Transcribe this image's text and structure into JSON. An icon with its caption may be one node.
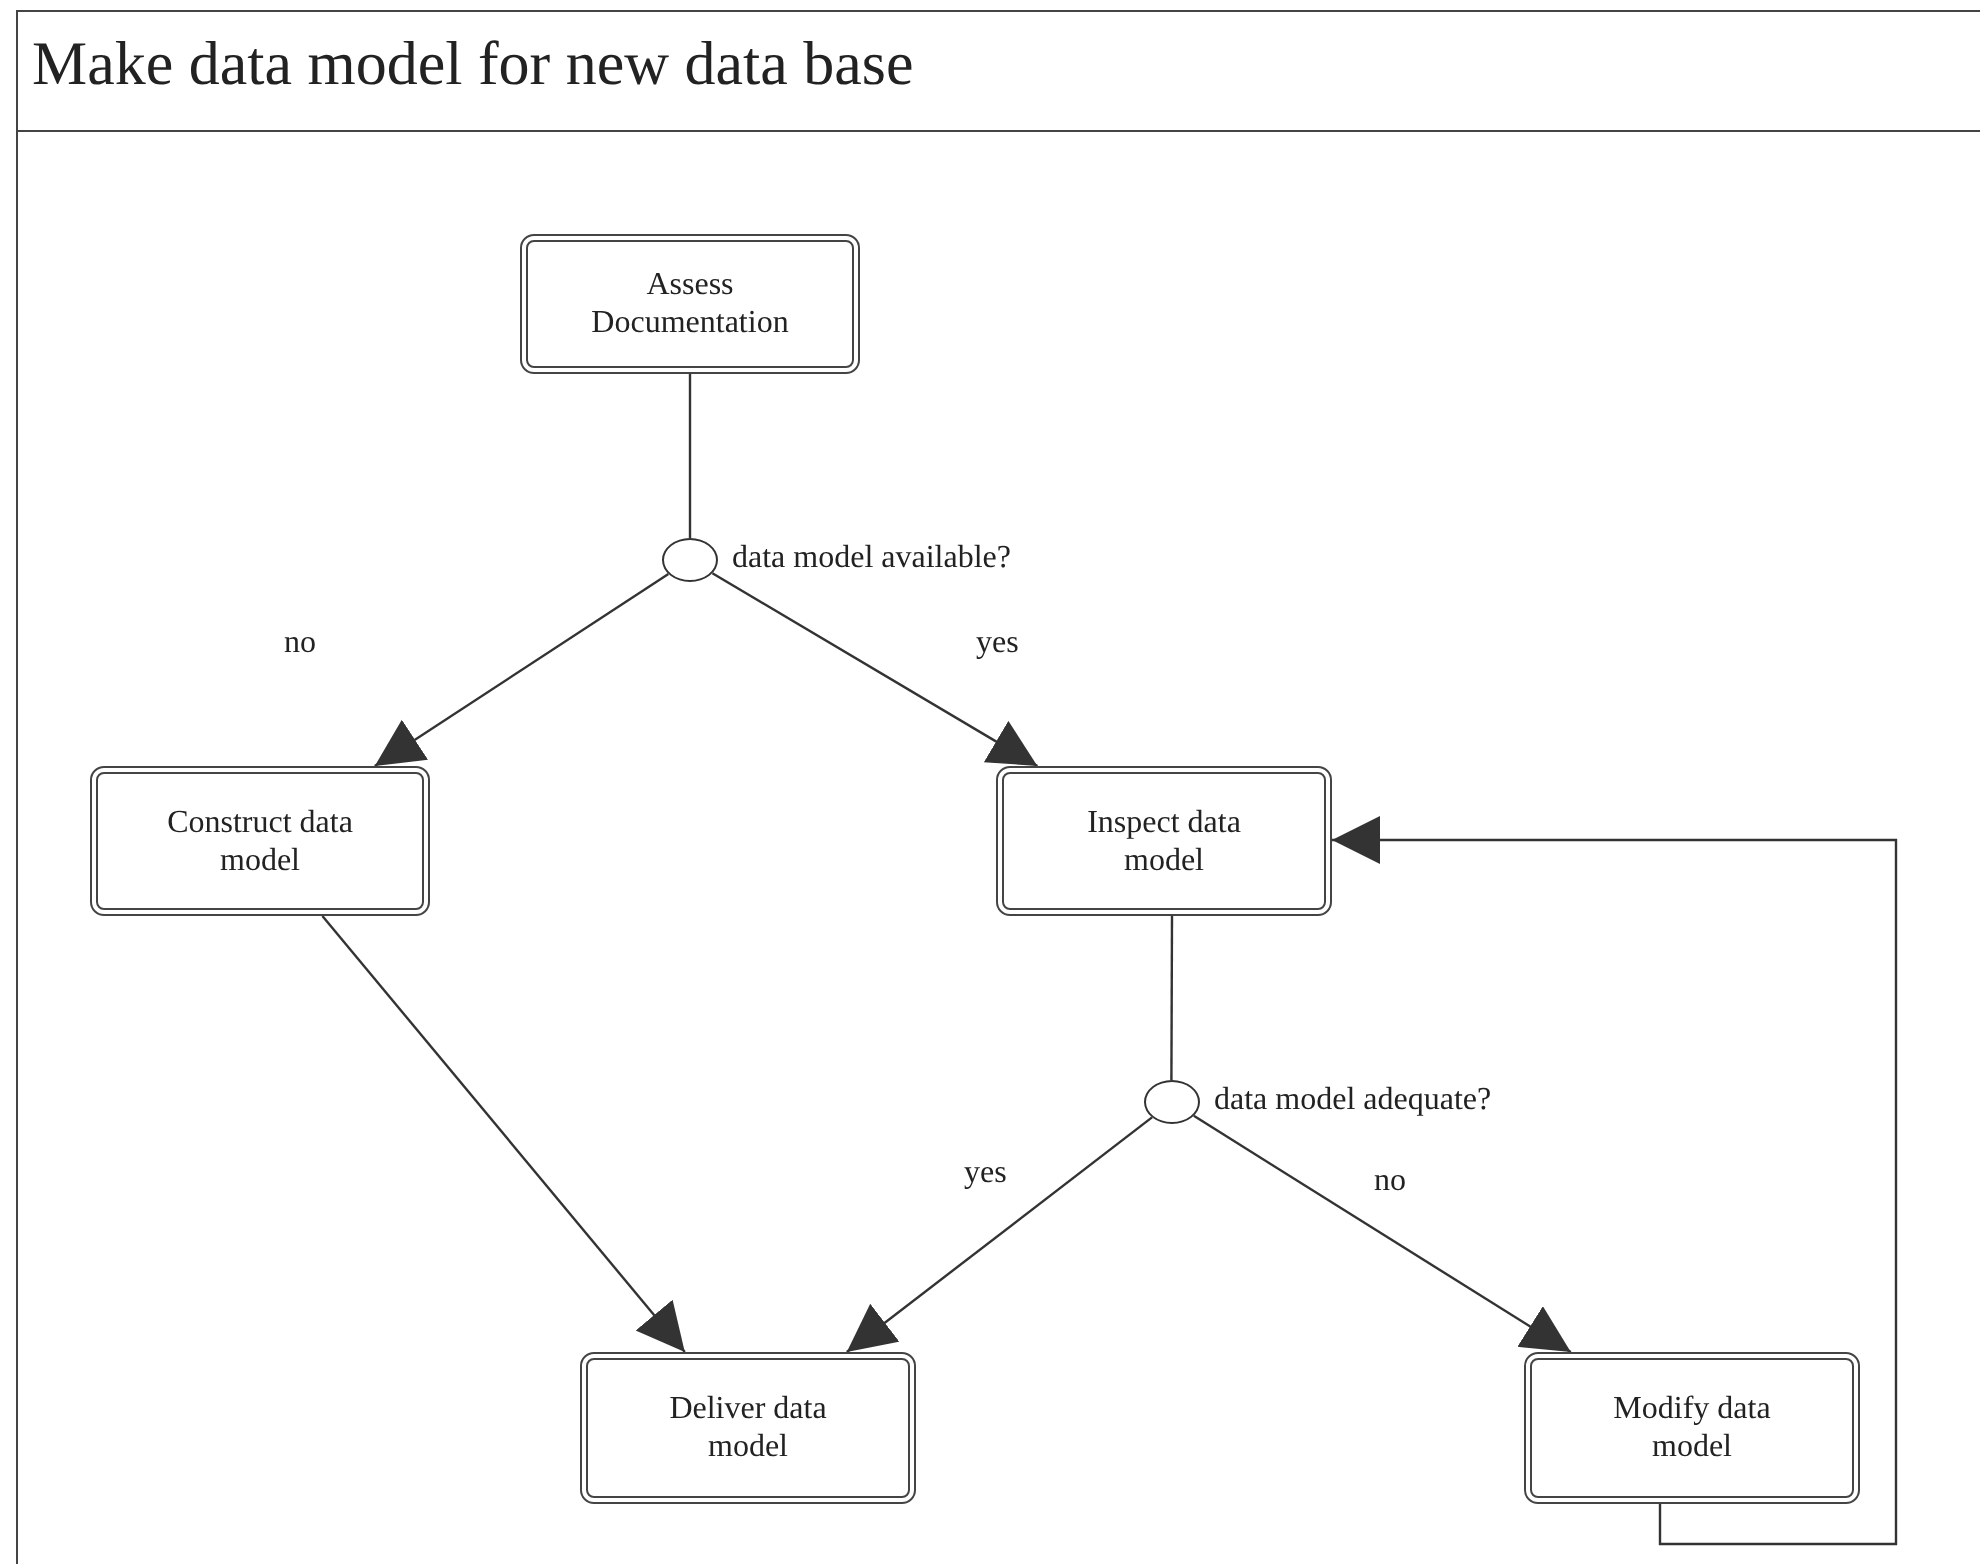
{
  "diagram": {
    "title": "Make data model for new data base",
    "nodes": [
      {
        "text": [
          "Assess Documentation"
        ]
      },
      {
        "text": [],
        "shape": "circle",
        "beside": [
          "data model available?"
        ]
      },
      {
        "text": [
          "Construct data model"
        ]
      },
      {
        "text": [
          "Inspect data model"
        ]
      },
      {
        "text": [],
        "shape": "circle",
        "beside": [
          "data model adequate?"
        ]
      },
      {
        "text": [
          "Deliver data model"
        ]
      },
      {
        "text": [
          "Modify data model"
        ]
      }
    ],
    "edges": [
      {
        "from": 0,
        "to": 1,
        "arrow": "none"
      },
      {
        "from": 1,
        "to": 2,
        "arrow": "to",
        "label": "no"
      },
      {
        "from": 1,
        "to": 3,
        "arrow": "to",
        "label": "yes"
      },
      {
        "from": 2,
        "to": 5,
        "arrow": "to"
      },
      {
        "from": 3,
        "to": 4,
        "arrow": "none"
      },
      {
        "from": 4,
        "to": 5,
        "arrow": "to",
        "label": "yes"
      },
      {
        "from": 4,
        "to": 6,
        "arrow": "to",
        "label": "no"
      },
      {
        "from": 6,
        "to": 3,
        "arrow": "to"
      }
    ]
  }
}
